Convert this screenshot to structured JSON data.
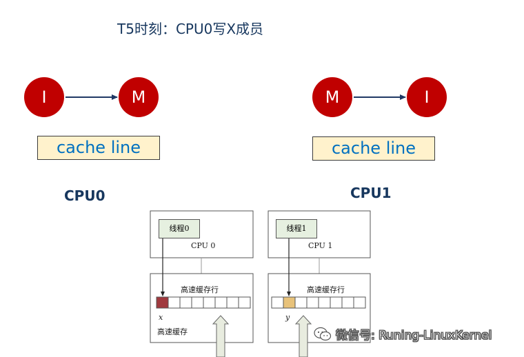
{
  "title": "T5时刻：CPU0写X成员",
  "left": {
    "state_from": "I",
    "state_to": "M",
    "cache_label": "cache line",
    "cpu_label": "CPU0"
  },
  "right": {
    "state_from": "M",
    "state_to": "I",
    "cache_label": "cache line",
    "cpu_label": "CPU1"
  },
  "diagram": {
    "cpu0": {
      "thread_label": "线程0",
      "cpu_name": "CPU 0",
      "cache_line_label": "高速缓存行",
      "var_label": "x",
      "cache_label": "高速缓存",
      "highlight_color": "#a0393e"
    },
    "cpu1": {
      "thread_label": "线程1",
      "cpu_name": "CPU 1",
      "cache_line_label": "高速缓存行",
      "var_label": "y",
      "highlight_color": "#e8c27a"
    }
  },
  "watermark": {
    "text": "微信号: Runing-LinuxKernel",
    "icon": "wechat-icon"
  },
  "colors": {
    "node": "#c00000",
    "cache_fill": "#fff2cc",
    "cache_text": "#0070c0",
    "title_text": "#17375e"
  }
}
